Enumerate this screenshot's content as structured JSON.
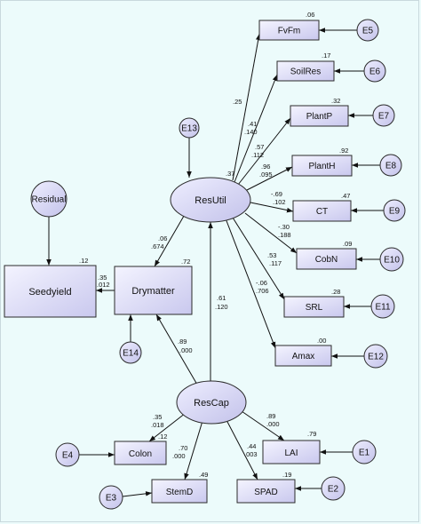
{
  "nodes": {
    "FvFm": "FvFm",
    "SoilRes": "SoilRes",
    "PlantP": "PlantP",
    "PlantH": "PlantH",
    "CT": "CT",
    "CobN": "CobN",
    "SRL": "SRL",
    "Amax": "Amax",
    "Seedyield": "Seedyield",
    "Drymatter": "Drymatter",
    "Colon": "Colon",
    "StemD": "StemD",
    "LAI": "LAI",
    "SPAD": "SPAD",
    "ResUtil": "ResUtil",
    "ResCap": "ResCap",
    "Residual": "Residual",
    "E1": "E1",
    "E2": "E2",
    "E3": "E3",
    "E4": "E4",
    "E5": "E5",
    "E6": "E6",
    "E7": "E7",
    "E8": "E8",
    "E9": "E9",
    "E10": "E10",
    "E11": "E11",
    "E12": "E12",
    "E13": "E13",
    "E14": "E14"
  },
  "r2": {
    "FvFm": ".06",
    "SoilRes": ".17",
    "PlantP": ".32",
    "PlantH": ".92",
    "CT": ".47",
    "CobN": ".09",
    "SRL": ".28",
    "Amax": ".00",
    "Seedyield": ".12",
    "Drymatter": ".72",
    "Colon": ".12",
    "StemD": ".49",
    "LAI": ".79",
    "SPAD": ".19",
    "ResUtil": ".37"
  },
  "coef": {
    "util_fvfm": ".25",
    "util_soilres_1": ".41",
    "util_soilres_2": ".140",
    "util_plantp_1": ".57",
    "util_plantp_2": ".112",
    "util_planth_1": ".96",
    "util_planth_2": ".095",
    "util_ct_1": "-.69",
    "util_ct_2": ".102",
    "util_cobn_1": "-.30",
    "util_cobn_2": ".188",
    "util_srl_1": ".53",
    "util_srl_2": ".117",
    "util_amax_1": "-.06",
    "util_amax_2": ".706",
    "util_dry_1": ".06",
    "util_dry_2": ".674",
    "dry_seed_1": ".35",
    "dry_seed_2": ".012",
    "cap_util_1": ".61",
    "cap_util_2": ".120",
    "cap_dry_1": ".89",
    "cap_dry_2": ".000",
    "cap_colon_1": ".35",
    "cap_colon_2": ".018",
    "cap_stemd_1": ".70",
    "cap_stemd_2": ".000",
    "cap_lai_1": ".89",
    "cap_lai_2": ".000",
    "cap_spad_1": ".44",
    "cap_spad_2": ".003"
  }
}
